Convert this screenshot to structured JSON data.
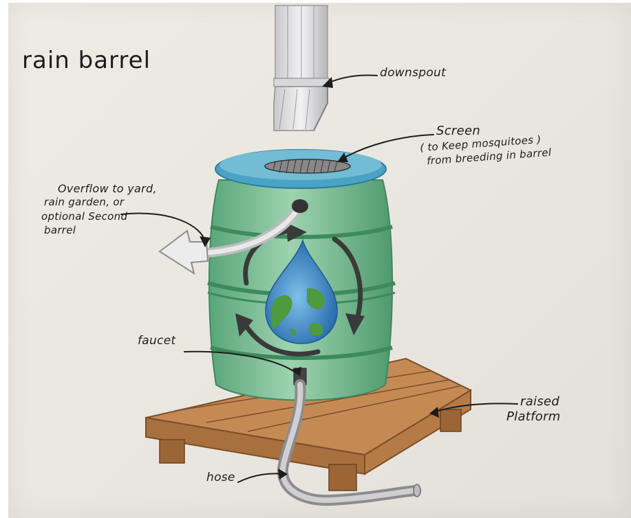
{
  "title": "rain barrel",
  "labels": {
    "downspout": "downspout",
    "screen": "Screen",
    "screen_note_line1": "( to Keep mosquitoes )",
    "screen_note_line2": "from breeding in barrel",
    "overflow_line1": "Overflow to yard,",
    "overflow_line2": "rain garden, or",
    "overflow_line3": "optional Second",
    "overflow_line4": "barrel",
    "faucet": "faucet",
    "raised": "raised",
    "platform": "Platform",
    "hose": "hose"
  },
  "colors": {
    "paper": "#eae7e0",
    "barrel_green": "#6fb58a",
    "lid_blue": "#4aa3c4",
    "wood": "#b97a45",
    "ocean_blue": "#2f7fc4",
    "land_green": "#4e9a3f",
    "arrow_gray": "#3a3a3a"
  }
}
